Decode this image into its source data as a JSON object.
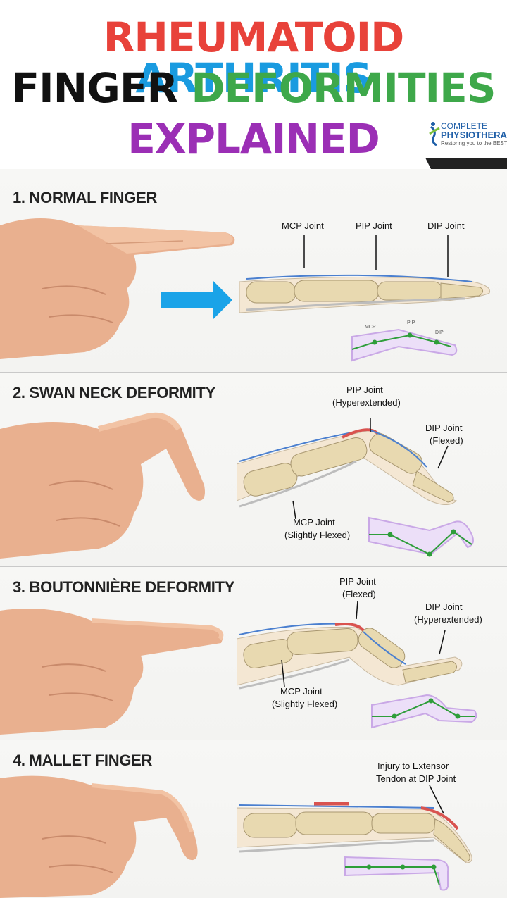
{
  "title": {
    "line1": [
      {
        "text": "RHEUMATOID",
        "color": "#e8423a"
      },
      {
        "text": "ARTHRITIS",
        "color": "#1a9be0"
      }
    ],
    "line2": [
      {
        "text": "FINGER",
        "color": "#111111"
      },
      {
        "text": "DEFORMITIES",
        "color": "#3ea84a"
      }
    ],
    "line3": [
      {
        "text": "EXPLAINED",
        "color": "#9b2fb5"
      }
    ]
  },
  "logo": {
    "line1": "COMPLETE",
    "line2": "PHYSIOTHERA",
    "line3": "Restoring you to the BEST"
  },
  "sections": [
    {
      "title": "1. NORMAL FINGER",
      "labels": [
        "MCP Joint",
        "PIP Joint",
        "DIP Joint"
      ],
      "mini_labels": [
        "MCP",
        "PIP",
        "DIP"
      ]
    },
    {
      "title": "2. SWAN NECK DEFORMITY",
      "labels": [
        "PIP Joint",
        "(Hyperextended)",
        "DIP Joint",
        "(Flexed)",
        "MCP Joint",
        "(Slightly Flexed)"
      ]
    },
    {
      "title": "3. BOUTONNIÈRE DEFORMITY",
      "labels": [
        "PIP Joint",
        "(Flexed)",
        "DIP Joint",
        "(Hyperextended)",
        "MCP Joint",
        "(Slightly Flexed)"
      ]
    },
    {
      "title": "4. MALLET FINGER",
      "labels": [
        "Injury to Extensor",
        "Tendon at DIP Joint"
      ]
    }
  ],
  "colors": {
    "skin": "#e9b08f",
    "bone": "#e8d9b0",
    "arrow": "#1aa3e8",
    "outline": "#c9a8e6",
    "joint_line": "#2e9e3a",
    "tendon_blue": "#4a7fcf",
    "tendon_red": "#d9534f"
  }
}
